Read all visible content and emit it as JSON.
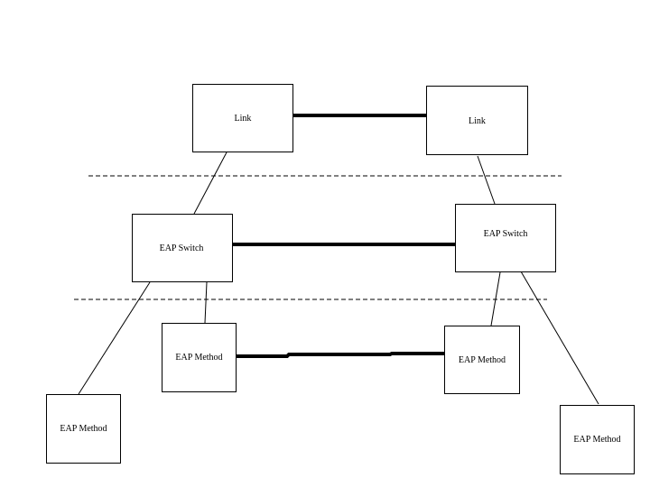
{
  "diagram": {
    "background": "#ffffff",
    "line_color": "#000000",
    "nodes": {
      "link_left": "Link",
      "link_right": "Link",
      "switch_left": "EAP Switch",
      "switch_right": "EAP Switch",
      "method_left_inner": "EAP Method",
      "method_right_inner": "EAP Method",
      "method_left_outer": "EAP Method",
      "method_right_outer": "EAP Method"
    }
  }
}
